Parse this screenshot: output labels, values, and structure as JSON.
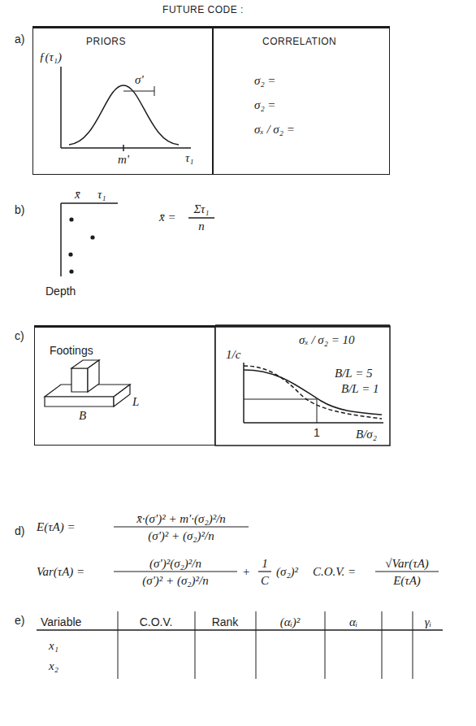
{
  "diagram": {
    "title": "FUTURE CODE :",
    "nodes": [
      {
        "text": [
          "PRIORS"
        ]
      },
      {
        "text": [
          "CORRELATION",
          "σ₂ =",
          "σ₂ =",
          "σₓ / σ₂ ="
        ]
      },
      {
        "text": [
          "Footings"
        ]
      }
    ],
    "labels": [
      "a)",
      "ƒ(τ₁)",
      "σ'",
      "m'",
      "τ₁",
      "b)",
      "x̄",
      "τ₁",
      "Depth",
      "x̄ =",
      "Στ₁",
      "n",
      "c)",
      "B",
      "L",
      "1/c",
      "σₓ / σ₂ = 10",
      "B/L = 5",
      "B/L = 1",
      "1",
      "B/σ₂",
      "d)",
      "E(τA) =",
      "x̄·(σ')² + m'·(σ₂)²/n",
      "(σ')² + (σ₂)²/n",
      "Var(τA) =",
      "(σ')²(σ₂)²/n",
      "(σ')² + (σ₂)²/n",
      "+",
      "1",
      "C",
      "(σ₂)²",
      "C.O.V. =",
      "√Var(τA)",
      "E(τA)",
      "e)",
      "Variable",
      "C.O.V.",
      "Rank",
      "(αᵢ)²",
      "αᵢ",
      "γᵢ",
      "x₁",
      "x₂"
    ]
  }
}
